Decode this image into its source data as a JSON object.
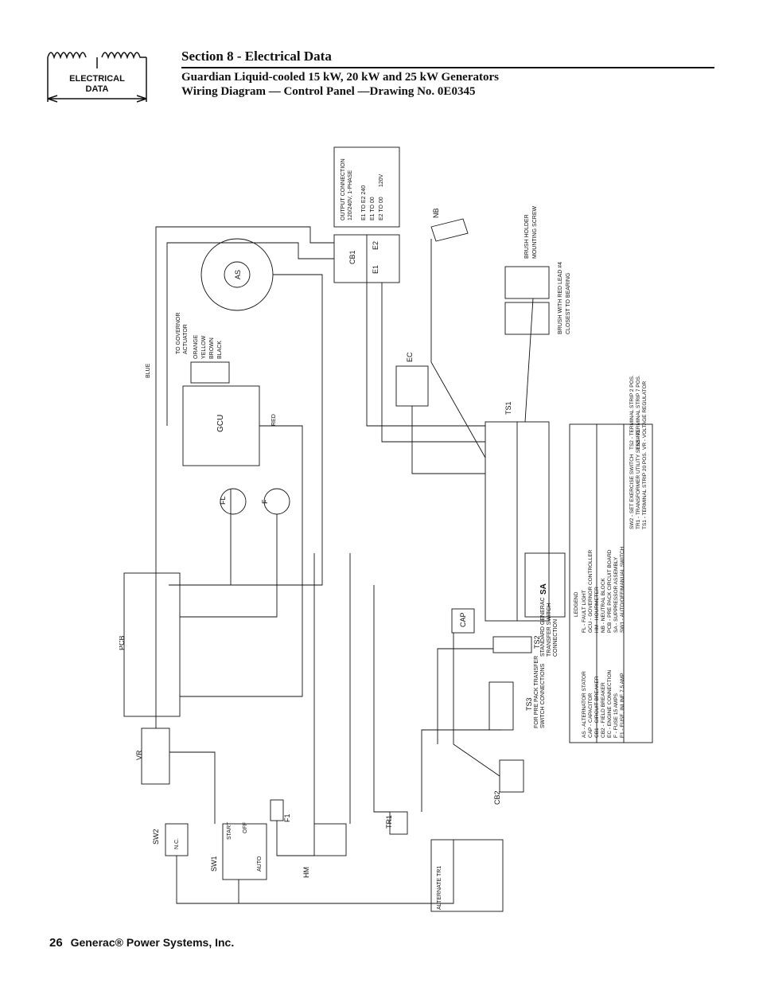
{
  "logo": {
    "line1": "ELECTRICAL",
    "line2": "DATA"
  },
  "header": {
    "section": "Section 8 - Electrical Data",
    "line1": "Guardian Liquid-cooled 15 kW, 20 kW and 25 kW Generators",
    "line2": "Wiring Diagram — Control Panel —Drawing No. 0E0345"
  },
  "diagram": {
    "components": {
      "as": "AS",
      "gcu": "GCU",
      "cb1": "CB1",
      "e1": "E1",
      "e2": "E2",
      "nb": "NB",
      "ec": "EC",
      "fl": "FL",
      "f": "F",
      "pcb": "PCB",
      "vr": "VR",
      "sw2": "SW2",
      "sw1": "SW1",
      "hm": "HM",
      "tr1": "TR1",
      "cb2": "CB2",
      "cap": "CAP",
      "ts1": "TS1",
      "ts2": "TS2",
      "ts3": "TS3",
      "sa": "SA",
      "f1": "F1"
    },
    "notes": {
      "output1": "OUTPUT CONNECTION",
      "output2": "120/240V, 1-PHASE",
      "e1e2": "E1 TO E2  240",
      "e1_00": "E1 TO 00",
      "e2_00": "E2 TO 00",
      "v120": "120V",
      "governor1": "TO GOVERNOR",
      "governor2": "ACTUATOR",
      "orange": "ORANGE",
      "yellow": "YELLOW",
      "brown": "BROWN",
      "black": "BLACK",
      "blue": "BLUE",
      "red": "RED",
      "brush1": "BRUSH HOLDER",
      "brush2": "MOUNTING SCREW",
      "brush3": "BRUSH WITH RED LEAD #4",
      "brush4": "CLOSEST TO BEARING",
      "ts2note1": "STANDARD GENERAC",
      "ts2note2": "TRANSFER SWITCH",
      "ts2note3": "CONNECTION",
      "ts3note1": "FOR PRE PACK TRANSFER",
      "ts3note2": "SWITCH CONNECTIONS",
      "alt": "ALTERNATE TR1",
      "start": "START",
      "off": "OFF",
      "auto": "AUTO",
      "nc": "N.C."
    },
    "legend": {
      "title": "LEDGEND",
      "col1": [
        "AS - ALTERNATOR STATOR",
        "CAP - CAPACITOR",
        "CB1 - CIRCUIT BREAKER",
        "CB2 - FIELD BREAKER",
        "EC - ENGINE CONNECTION",
        "F - FUSE 15 AMPS",
        "F1 - FUSE, INLINE 7.5 AMP"
      ],
      "col2": [
        "FL - FAULT LIGHT",
        "GCU - GOVERNOR CONTROLLER",
        "HM - HOURMETER",
        "NB - NEUTRAL BLOCK",
        "PCB - PRE PACK CIRCUIT BOARD",
        "SA - SUPPRESSOR ASSEMBLY",
        "SW1 - AUTO/OFF/MANUAL SWITCH"
      ],
      "col3": [
        "SW2 - SET EXERCISE SWITCH",
        "TR1 - TRANSFORMER UTILITY SENSING",
        "TS1 - TERMINAL STRIP 20 POS.",
        "TS2 - TERMINAL STRIP 2 POS.",
        "TS3 - TERMINAL STRIP 7 POS.",
        "VR - VOLTAGE REGULATOR"
      ]
    }
  },
  "footer": {
    "page": "26",
    "company": "Generac® Power Systems, Inc."
  }
}
